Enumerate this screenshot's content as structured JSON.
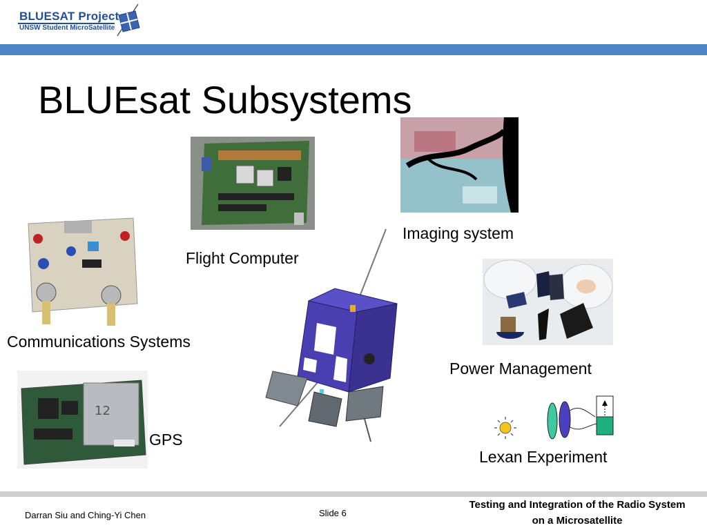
{
  "header": {
    "logo_title": "BLUESAT Project",
    "logo_subtitle": "UNSW Student MicroSatellite"
  },
  "slide": {
    "title": "BLUEsat Subsystems",
    "labels": {
      "flight_computer": "Flight Computer",
      "imaging": "Imaging system",
      "comms": "Communications Systems",
      "power": "Power Management",
      "gps": "GPS",
      "lexan": "Lexan Experiment"
    }
  },
  "footer": {
    "authors": "Darran Siu and Ching-Yi Chen",
    "slide_number": "Slide 6",
    "topic_line1": "Testing and Integration of the Radio System",
    "topic_line2": "on a Microsatellite"
  },
  "colors": {
    "brand_blue": "#1f4e9c",
    "band_blue": "#4f86c6",
    "panel_purple": "#4a3fb0"
  }
}
